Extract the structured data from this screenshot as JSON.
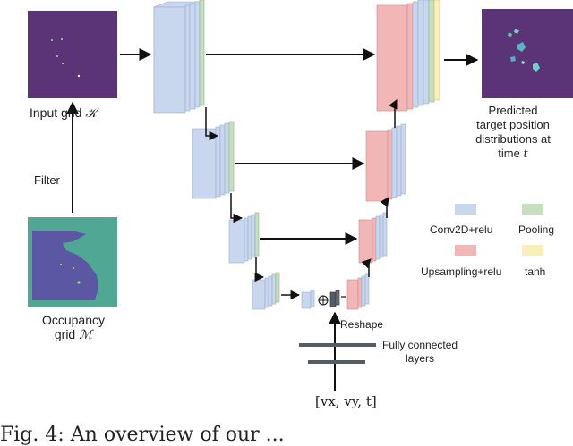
{
  "labels": {
    "input_grid": "Input grid",
    "input_grid_symbol": "𝒦",
    "filter": "Filter",
    "occupancy_line1": "Occupancy",
    "occupancy_line2": "grid",
    "occupancy_symbol": "ℳ",
    "predicted_line1": "Predicted",
    "predicted_line2": "target position",
    "predicted_line3": "distributions at",
    "predicted_line4": "time",
    "predicted_symbol": "t",
    "reshape": "Reshape",
    "fc_line1": "Fully connected",
    "fc_line2": "layers",
    "input_vector": "[vx, vy, t]"
  },
  "legend": {
    "items": [
      {
        "label": "Conv2D+relu",
        "color": "#c8d7ee"
      },
      {
        "label": "Pooling",
        "color": "#c6e0bf"
      },
      {
        "label": "Upsampling+relu",
        "color": "#f2b6b6"
      },
      {
        "label": "tanh",
        "color": "#fbeeb8"
      }
    ]
  },
  "caption": "Fig. 4: An overview of our ...",
  "colors": {
    "background_grid": "#5a3476",
    "conv": "#c8d7ee",
    "pool": "#c6e0bf",
    "upsample": "#f2b6b6",
    "tanh": "#fbeeb8",
    "occupancy_free": "#4fa794",
    "occupancy_obstacle": "#5b57a3"
  }
}
